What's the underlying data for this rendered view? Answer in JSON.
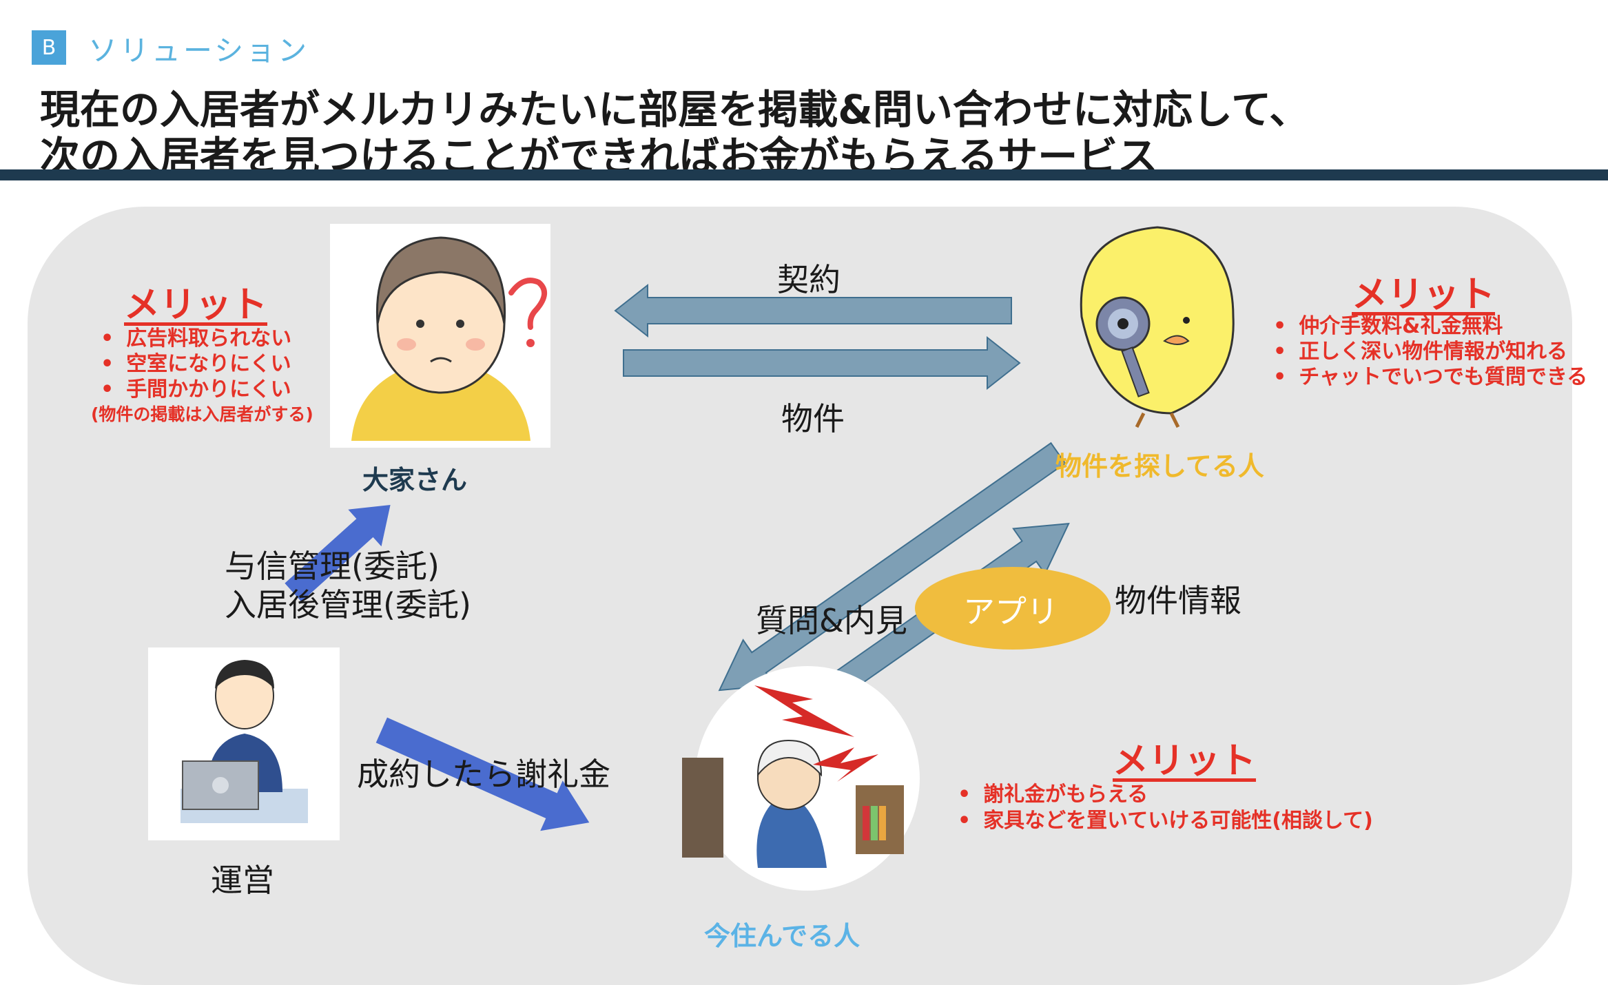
{
  "header": {
    "section_badge": "B",
    "section_label": "ソリューション",
    "headline_line1": "現在の入居者がメルカリみたいに部屋を掲載&問い合わせに対応して、",
    "headline_line2": "次の入居者を見つけることができればお金がもらえるサービス"
  },
  "roles": {
    "landlord": "大家さん",
    "seeker": "物件を探してる人",
    "resident": "今住んでる人",
    "operator": "運営"
  },
  "flows": {
    "contract": "契約",
    "property": "物件",
    "credit_line1": "与信管理(委託)",
    "credit_line2": "入居後管理(委託)",
    "reward": "成約したら謝礼金",
    "question": "質問&内見",
    "property_info": "物件情報",
    "app": "アプリ"
  },
  "merits": {
    "landlord": {
      "title": "メリット",
      "items": [
        "広告料取られない",
        "空室になりにくい",
        "手間かかりにくい"
      ],
      "note": "(物件の掲載は入居者がする)"
    },
    "seeker": {
      "title": "メリット",
      "items": [
        "仲介手数料&礼金無料",
        "正しく深い物件情報が知れる",
        "チャットでいつでも質問できる"
      ]
    },
    "resident": {
      "title": "メリット",
      "items": [
        "謝礼金がもらえる",
        "家具などを置いていける可能性(相談して)"
      ]
    }
  },
  "colors": {
    "merit_red": "#e53127",
    "landlord_label": "#1e3a4f",
    "seeker_label": "#f0b92c",
    "resident_label": "#5bb3e6",
    "arrow_gray_blue": "#7e9fb5",
    "arrow_blue": "#4a6ccf",
    "app_ellipse": "#f0bd3e",
    "title_rule": "#1e3a4f",
    "badge": "#4aa3d9"
  }
}
